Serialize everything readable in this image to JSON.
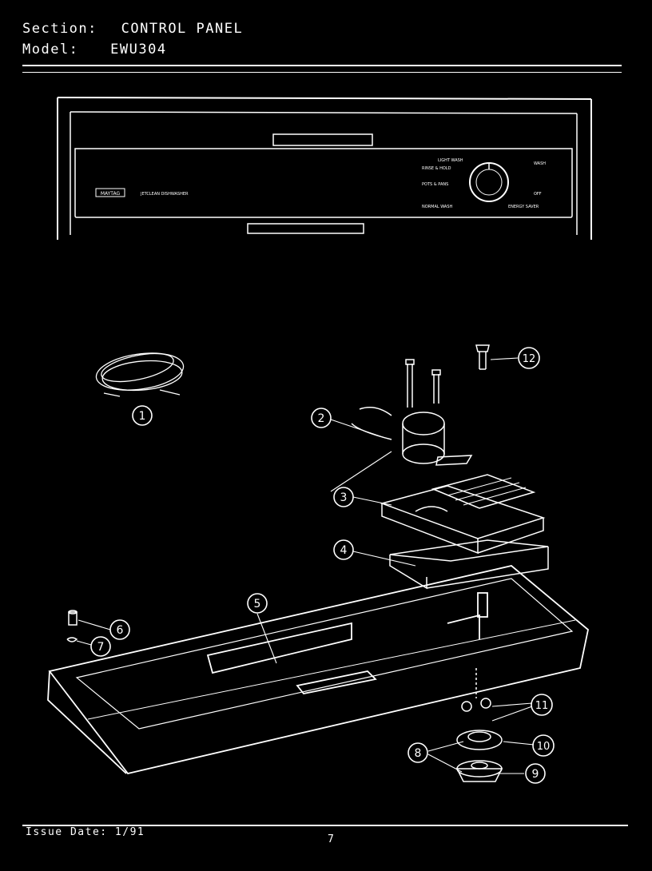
{
  "header": {
    "section_label": "Section:",
    "section_value": "CONTROL PANEL",
    "model_label": "Model:",
    "model_value": "EWU304"
  },
  "control_panel": {
    "brand": "MAYTAG",
    "series": "JETCLEAN DISHWASHER",
    "cycle_labels": [
      "LIGHT WASH",
      "RINSE & HOLD",
      "POTS & PANS",
      "NORMAL WASH"
    ],
    "dial_labels": [
      "WASH",
      "OFF",
      "ENERGY SAVER"
    ]
  },
  "callouts": [
    "1",
    "2",
    "3",
    "4",
    "5",
    "6",
    "7",
    "8",
    "9",
    "10",
    "11",
    "12"
  ],
  "footer": {
    "issue_date": "Issue Date: 1/91",
    "page_number": "7"
  }
}
